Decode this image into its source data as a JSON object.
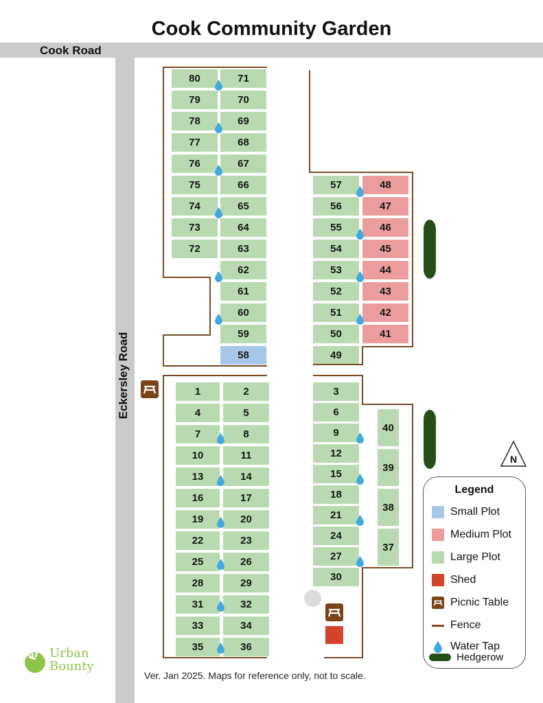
{
  "title": "Cook Community Garden",
  "roads": {
    "north": "Cook Road",
    "west": "Eckersley Road"
  },
  "colors": {
    "large": "#b9dab0",
    "medium": "#eb9d9d",
    "small": "#a6c8e8",
    "shed": "#d4432c",
    "picnic": "#7a4318",
    "fence": "#7a4a22",
    "hedgerow": "#244f17",
    "water": "#41a8e0"
  },
  "plots": {
    "nw_left": [
      "80",
      "79",
      "78",
      "77",
      "76",
      "75",
      "74",
      "73",
      "72"
    ],
    "nw_right": [
      "71",
      "70",
      "69",
      "68",
      "67",
      "66",
      "65",
      "64",
      "63",
      "62",
      "61",
      "60",
      "59",
      "58"
    ],
    "ne_left": [
      "57",
      "56",
      "55",
      "54",
      "53",
      "52",
      "51",
      "50",
      "49"
    ],
    "ne_right": [
      "48",
      "47",
      "46",
      "45",
      "44",
      "43",
      "42",
      "41"
    ],
    "sw_left": [
      "1",
      "4",
      "7",
      "10",
      "13",
      "16",
      "19",
      "22",
      "25",
      "28",
      "31",
      "33",
      "35"
    ],
    "sw_right": [
      "2",
      "5",
      "8",
      "11",
      "14",
      "17",
      "20",
      "23",
      "26",
      "29",
      "32",
      "34",
      "36"
    ],
    "se_left": [
      "3",
      "6",
      "9",
      "12",
      "15",
      "18",
      "21",
      "24",
      "27",
      "30"
    ],
    "se_right": [
      "40",
      "39",
      "38",
      "37"
    ],
    "small": [
      "58"
    ],
    "medium": [
      "48",
      "47",
      "46",
      "45",
      "44",
      "43",
      "42",
      "41"
    ]
  },
  "north_label": "N",
  "legend": {
    "title": "Legend",
    "items": [
      {
        "label": "Small Plot",
        "icon": "small-plot-swatch"
      },
      {
        "label": "Medium Plot",
        "icon": "medium-plot-swatch"
      },
      {
        "label": "Large Plot",
        "icon": "large-plot-swatch"
      },
      {
        "label": "Shed",
        "icon": "shed-swatch"
      },
      {
        "label": "Picnic Table",
        "icon": "picnic-table-icon"
      },
      {
        "label": "Fence",
        "icon": "fence-line-icon"
      },
      {
        "label": "Water Tap",
        "icon": "water-drop-icon"
      },
      {
        "label": "Hedgerow",
        "icon": "hedgerow-icon"
      }
    ]
  },
  "footer": "Ver. Jan 2025. Maps for reference only, not to scale.",
  "logo": {
    "line1": "Urban",
    "line2": "Bounty"
  }
}
